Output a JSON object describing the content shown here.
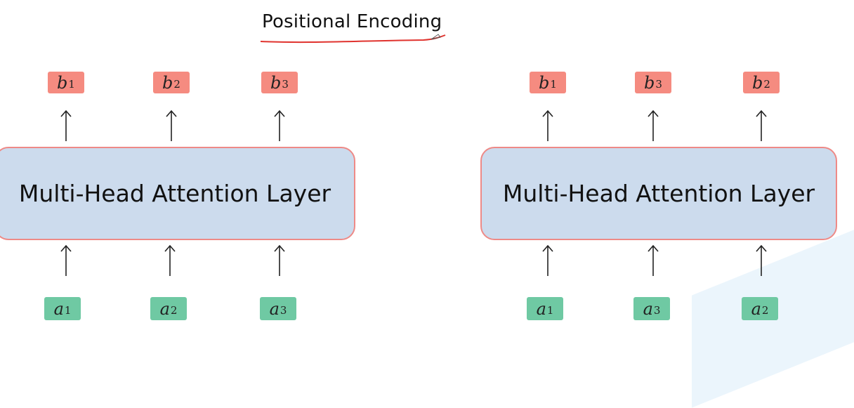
{
  "title": "Positional Encoding",
  "panels": [
    {
      "box_label": "Multi-Head Attention Layer",
      "outputs": [
        {
          "base": "b",
          "sub": "1"
        },
        {
          "base": "b",
          "sub": "2"
        },
        {
          "base": "b",
          "sub": "3"
        }
      ],
      "inputs": [
        {
          "base": "a",
          "sub": "1"
        },
        {
          "base": "a",
          "sub": "2"
        },
        {
          "base": "a",
          "sub": "3"
        }
      ]
    },
    {
      "box_label": "Multi-Head Attention Layer",
      "outputs": [
        {
          "base": "b",
          "sub": "1"
        },
        {
          "base": "b",
          "sub": "3"
        },
        {
          "base": "b",
          "sub": "2"
        }
      ],
      "inputs": [
        {
          "base": "a",
          "sub": "1"
        },
        {
          "base": "a",
          "sub": "3"
        },
        {
          "base": "a",
          "sub": "2"
        }
      ]
    }
  ],
  "colors": {
    "output_token": "#f58b80",
    "input_token": "#6fc9a3",
    "box_fill": "#ccdbed",
    "box_border": "#ee8a87",
    "underline": "#e0332e"
  }
}
